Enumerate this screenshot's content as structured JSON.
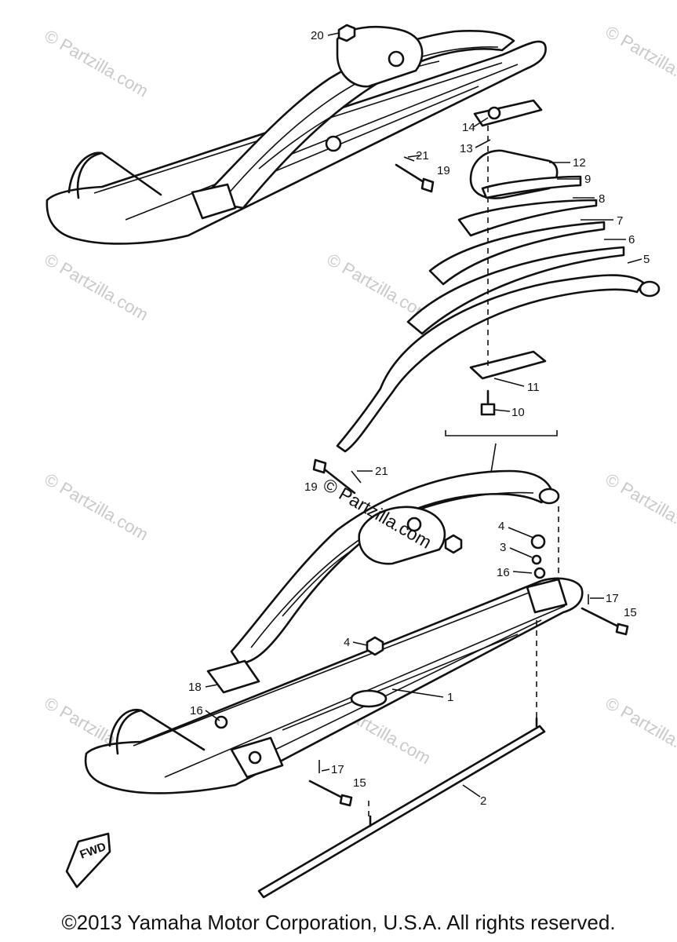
{
  "watermark": "© Partzilla.com",
  "center_watermark": "© Partzilla.com",
  "fwd_label": "FWD",
  "callouts": [
    "20",
    "14",
    "13",
    "21",
    "19",
    "12",
    "9",
    "8",
    "7",
    "6",
    "5",
    "11",
    "10",
    "21",
    "19",
    "4",
    "3",
    "16",
    "17",
    "15",
    "4",
    "1",
    "18",
    "16",
    "17",
    "15",
    "2"
  ],
  "copyright": "©2013 Yamaha Motor Corporation, U.S.A. All rights reserved."
}
